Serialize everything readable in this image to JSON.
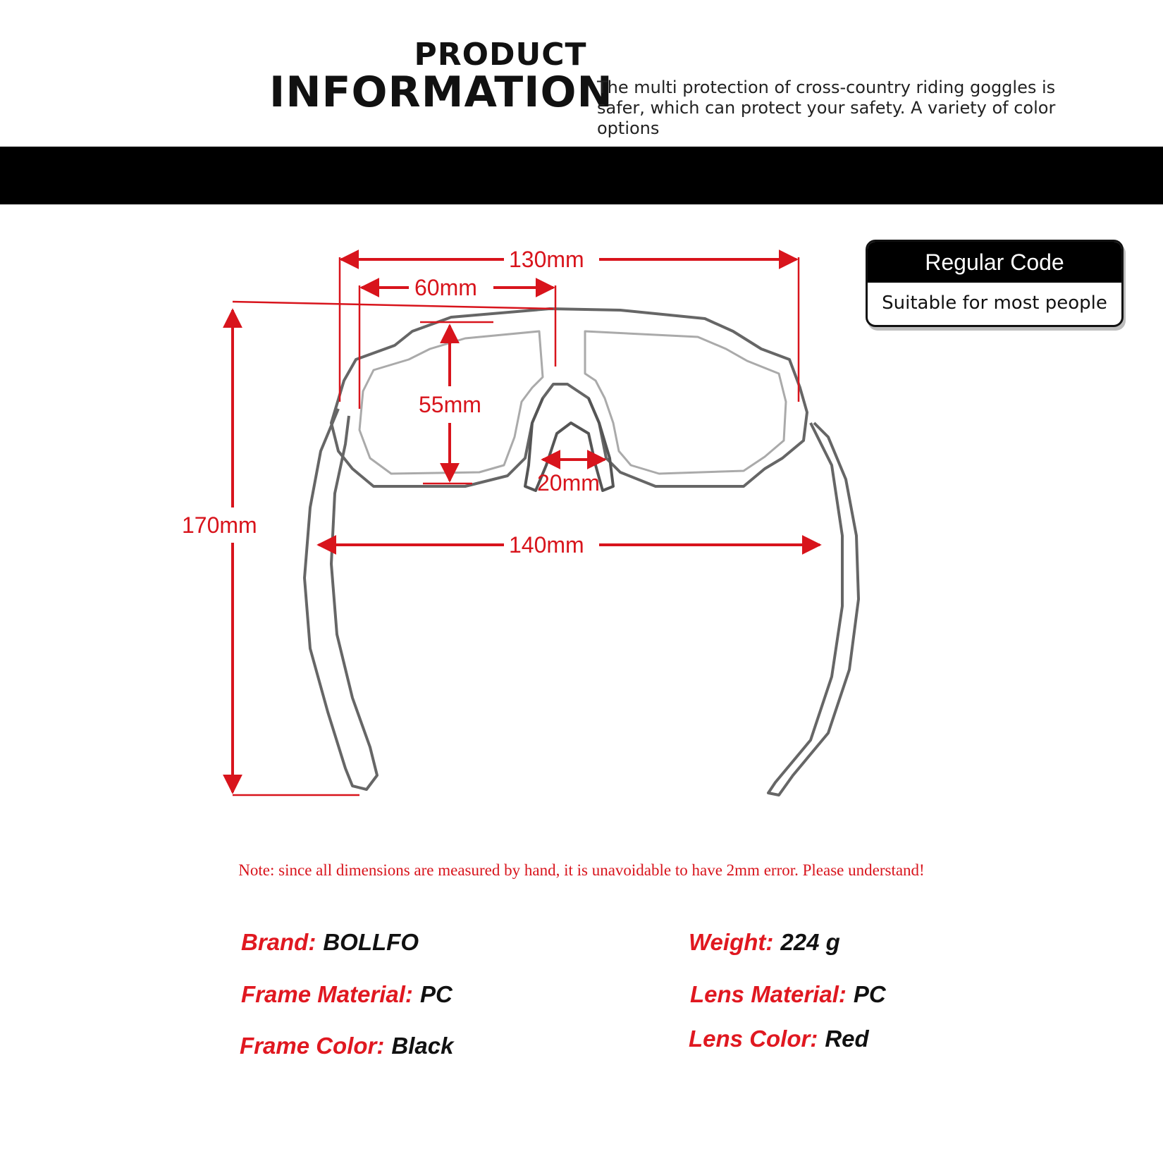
{
  "header": {
    "title_line1": "PRODUCT",
    "title_line2": "INFORMATION",
    "description": "The multi protection of cross-country riding goggles is safer, which can protect your safety. A variety of color options"
  },
  "code_box": {
    "title": "Regular Code",
    "subtitle": "Suitable for most people"
  },
  "dimensions": {
    "total_width": "130mm",
    "lens_width": "60mm",
    "lens_height": "55mm",
    "bridge": "20mm",
    "temple_width": "140mm",
    "temple_length": "170mm"
  },
  "note": "Note: since all dimensions are measured by hand, it is unavoidable to have 2mm error. Please understand!",
  "specs": {
    "brand_label": "Brand:",
    "brand_value": "BOLLFO",
    "frame_material_label": "Frame Material:",
    "frame_material_value": "PC",
    "frame_color_label": "Frame Color:",
    "frame_color_value": "Black",
    "weight_label": "Weight:",
    "weight_value": "224 g",
    "lens_material_label": "Lens Material:",
    "lens_material_value": "PC",
    "lens_color_label": "Lens Color:",
    "lens_color_value": "Red"
  },
  "colors": {
    "accent": "#d8141c",
    "band": "#000000"
  }
}
